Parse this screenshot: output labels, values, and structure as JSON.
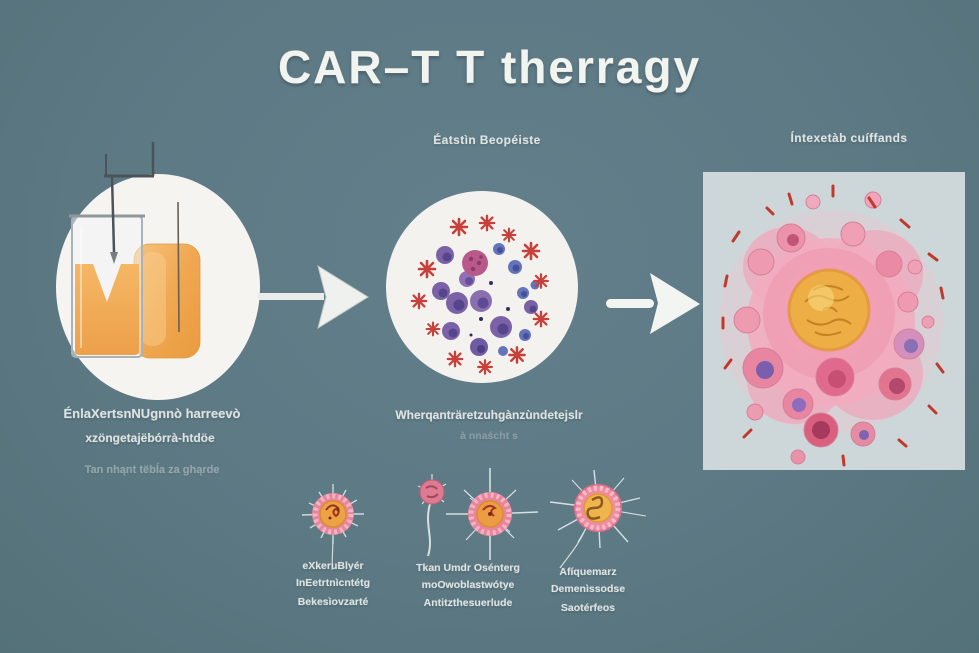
{
  "title": "CAR–T T therragy",
  "colors": {
    "background": "#5d7984",
    "panel": "#cdd7da",
    "white_circle": "#f3f2ee",
    "accent_red": "#c8403a",
    "accent_orange": "#edae46",
    "cell_pink": "#ee9ab0",
    "cell_purple": "#7b61a6",
    "arrow": "#eef1ee"
  },
  "labels": {
    "middle_top": "Éatstìn Beopéiste",
    "right_top": "Íntexetàb cuíffands"
  },
  "captions": {
    "left": [
      "ÉnlaXertsnNUgnnò harreevò",
      "xzöngetajëbórrà-htdöe",
      "Tan nhąnt tëbĺa za ghąrde"
    ],
    "middle": [
      "Wherqanträretzuhgànzùndetejslr",
      "à nnaścht s"
    ],
    "cell1": [
      "eXkeruBlyér",
      "InEetrtnìcntétg",
      "Bekesìovzarté"
    ],
    "cell2": [
      "Tkan Umdr Osénterg",
      "moOwoblastwótye",
      "Antitzthesuerlude"
    ],
    "cell3": [
      "Afíquemarz",
      "Demenìssodse",
      "Saotérfeos"
    ]
  }
}
